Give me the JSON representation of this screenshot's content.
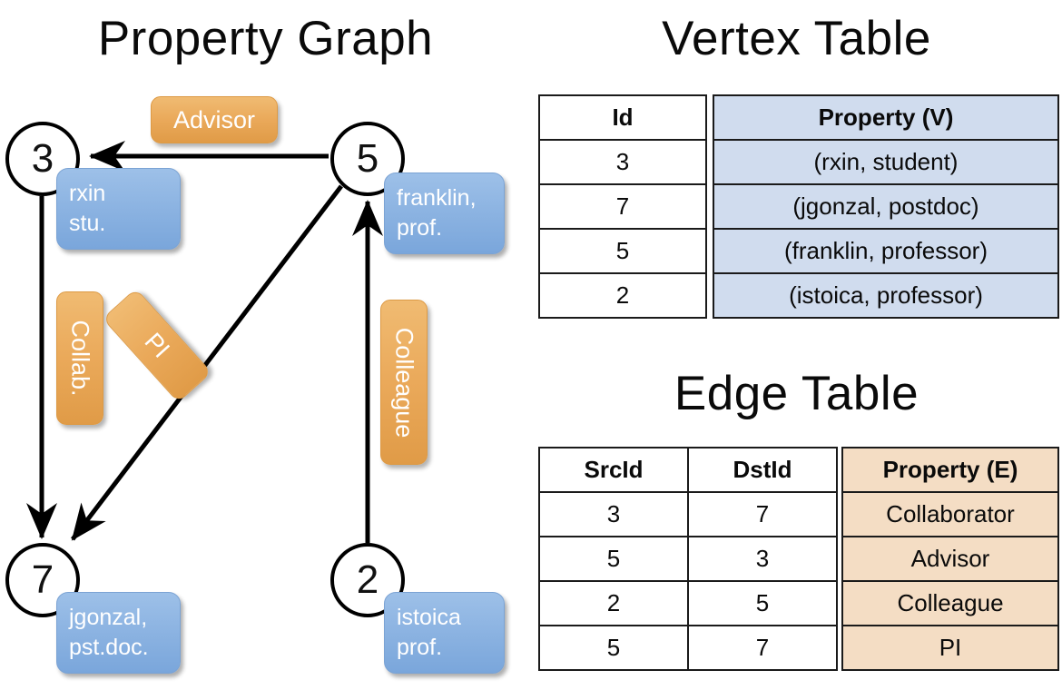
{
  "titles": {
    "property_graph": "Property Graph",
    "vertex_table": "Vertex Table",
    "edge_table": "Edge Table"
  },
  "colors": {
    "vertex_box_blue": "#8db4e2",
    "edge_label_orange": "#eaa95a",
    "vertex_table_fill": "#d0dcee",
    "edge_table_fill": "#f4ddc4",
    "stroke": "#000000",
    "background": "#ffffff"
  },
  "graph": {
    "vertices": [
      {
        "id": "3",
        "label_line1": "rxin",
        "label_line2": "stu."
      },
      {
        "id": "5",
        "label_line1": "franklin,",
        "label_line2": "prof."
      },
      {
        "id": "7",
        "label_line1": "jgonzal,",
        "label_line2": "pst.doc."
      },
      {
        "id": "2",
        "label_line1": "istoica",
        "label_line2": "prof."
      }
    ],
    "edge_labels": [
      {
        "name": "advisor",
        "text": "Advisor",
        "src": "5",
        "dst": "3"
      },
      {
        "name": "collab",
        "text": "Collab.",
        "src": "3",
        "dst": "7"
      },
      {
        "name": "pi",
        "text": "PI",
        "src": "5",
        "dst": "7"
      },
      {
        "name": "colleague",
        "text": "Colleague",
        "src": "2",
        "dst": "5"
      }
    ]
  },
  "vertex_table": {
    "headers": [
      "Id",
      "Property (V)"
    ],
    "rows": [
      {
        "id": "3",
        "property": "(rxin, student)"
      },
      {
        "id": "7",
        "property": "(jgonzal, postdoc)"
      },
      {
        "id": "5",
        "property": "(franklin, professor)"
      },
      {
        "id": "2",
        "property": "(istoica, professor)"
      }
    ]
  },
  "edge_table": {
    "headers": [
      "SrcId",
      "DstId",
      "Property (E)"
    ],
    "rows": [
      {
        "src": "3",
        "dst": "7",
        "property": "Collaborator"
      },
      {
        "src": "5",
        "dst": "3",
        "property": "Advisor"
      },
      {
        "src": "2",
        "dst": "5",
        "property": "Colleague"
      },
      {
        "src": "5",
        "dst": "7",
        "property": "PI"
      }
    ]
  }
}
